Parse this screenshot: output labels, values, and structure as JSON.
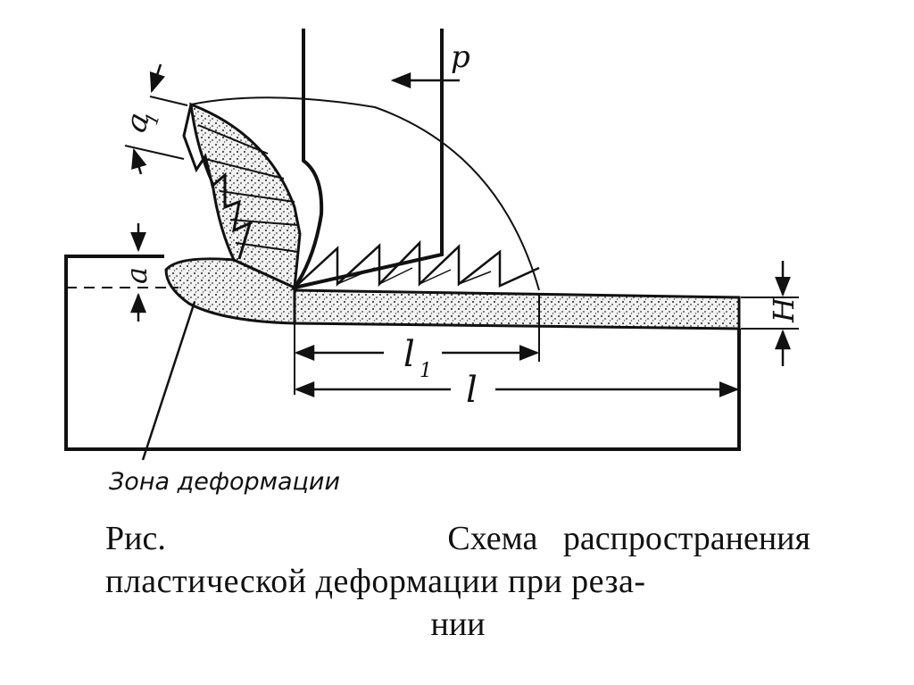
{
  "figure": {
    "labels": {
      "p": "p",
      "a1": "a",
      "a1_sub": "1",
      "a": "a",
      "l1": "l",
      "l1_sub": "1",
      "l": "l",
      "H": "H",
      "zone": "Зона деформации"
    }
  },
  "caption": {
    "prefix": "Рис.",
    "line1_rest": "Схема   распространения",
    "line2": "пластической деформации при реза-",
    "line3": "нии"
  }
}
